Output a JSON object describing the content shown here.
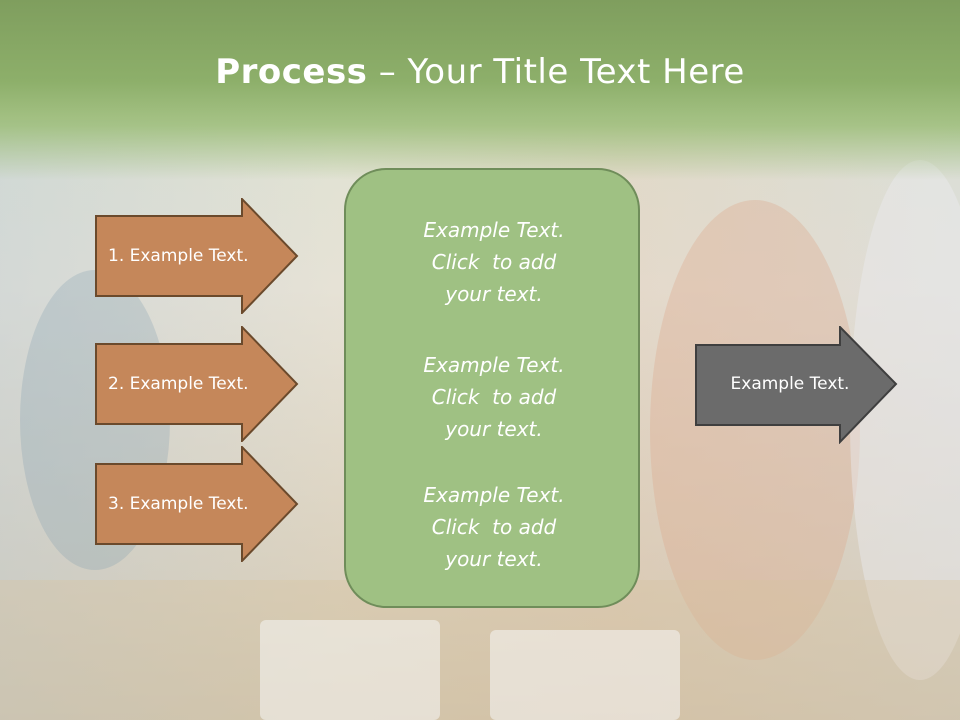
{
  "slide": {
    "title_bold": "Process",
    "title_rest": " – Your Title Text Here"
  },
  "left_arrows": [
    {
      "label": "1. Example Text."
    },
    {
      "label": "2. Example Text."
    },
    {
      "label": "3. Example Text."
    }
  ],
  "center_box": {
    "blocks": [
      {
        "lines": [
          "Example Text.",
          "Click  to add",
          "your text."
        ]
      },
      {
        "lines": [
          "Example Text.",
          "Click  to add",
          "your text."
        ]
      },
      {
        "lines": [
          "Example Text.",
          "Click  to add",
          "your text."
        ]
      }
    ]
  },
  "right_arrow": {
    "label": "Example Text."
  },
  "colors": {
    "title_band": "#8daf6a",
    "left_arrow_fill": "#c5875a",
    "left_arrow_stroke": "#6b4a2c",
    "center_box_fill": "#9fc183",
    "right_arrow_fill": "#6b6b6b"
  }
}
